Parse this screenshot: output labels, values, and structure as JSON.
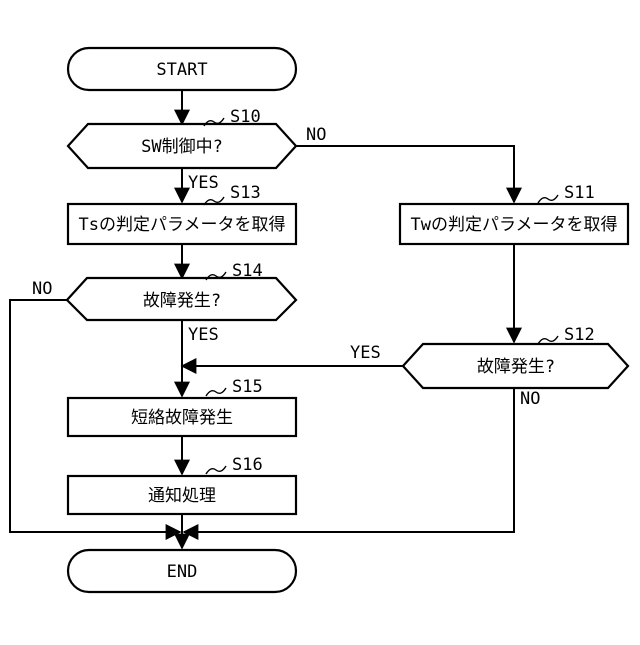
{
  "flowchart": {
    "start": "START",
    "end": "END",
    "decisions": {
      "sw_control": "SW制御中?",
      "fault_left": "故障発生?",
      "fault_right": "故障発生?"
    },
    "processes": {
      "ts_params": "Tsの判定パラメータを取得",
      "tw_params": "Twの判定パラメータを取得",
      "short_fault": "短絡故障発生",
      "notify": "通知処理"
    },
    "steps": {
      "s10": "S10",
      "s11": "S11",
      "s12": "S12",
      "s13": "S13",
      "s14": "S14",
      "s15": "S15",
      "s16": "S16"
    },
    "branches": {
      "s10_no": "NO",
      "s10_yes": "YES",
      "s14_no": "NO",
      "s14_yes": "YES",
      "s12_yes": "YES",
      "s12_no": "NO"
    }
  }
}
